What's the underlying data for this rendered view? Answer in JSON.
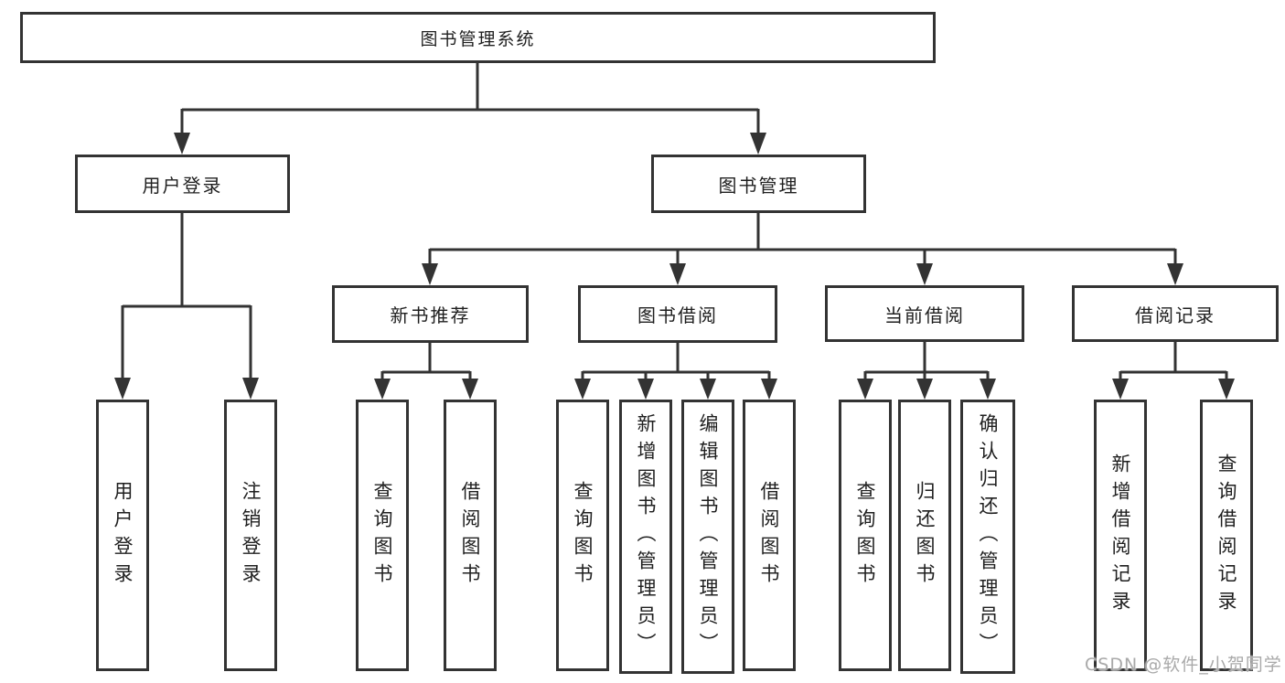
{
  "diagram": {
    "title": "图书管理系统",
    "root": {
      "label": "图书管理系统"
    },
    "level2": [
      {
        "label": "用户登录"
      },
      {
        "label": "图书管理"
      }
    ],
    "level3": [
      {
        "label": "新书推荐"
      },
      {
        "label": "图书借阅"
      },
      {
        "label": "当前借阅"
      },
      {
        "label": "借阅记录"
      }
    ],
    "leaves": {
      "user_login": [
        "用户登录",
        "注销登录"
      ],
      "new_books": [
        "查询图书",
        "借阅图书"
      ],
      "book_borrow": [
        "查询图书",
        "新增图书（管理员）",
        "编辑图书（管理员）",
        "借阅图书"
      ],
      "current_borrow": [
        "查询图书",
        "归还图书",
        "确认归还（管理员）"
      ],
      "borrow_records": [
        "新增借阅记录",
        "查询借阅记录"
      ]
    },
    "colors": {
      "line": "#333333",
      "box_border": "#333333",
      "box_fill": "#ffffff",
      "text": "#1f1f1f",
      "watermark": "#a9a9a9"
    }
  },
  "watermark": {
    "text": "CSDN @软件_小贺同学"
  }
}
